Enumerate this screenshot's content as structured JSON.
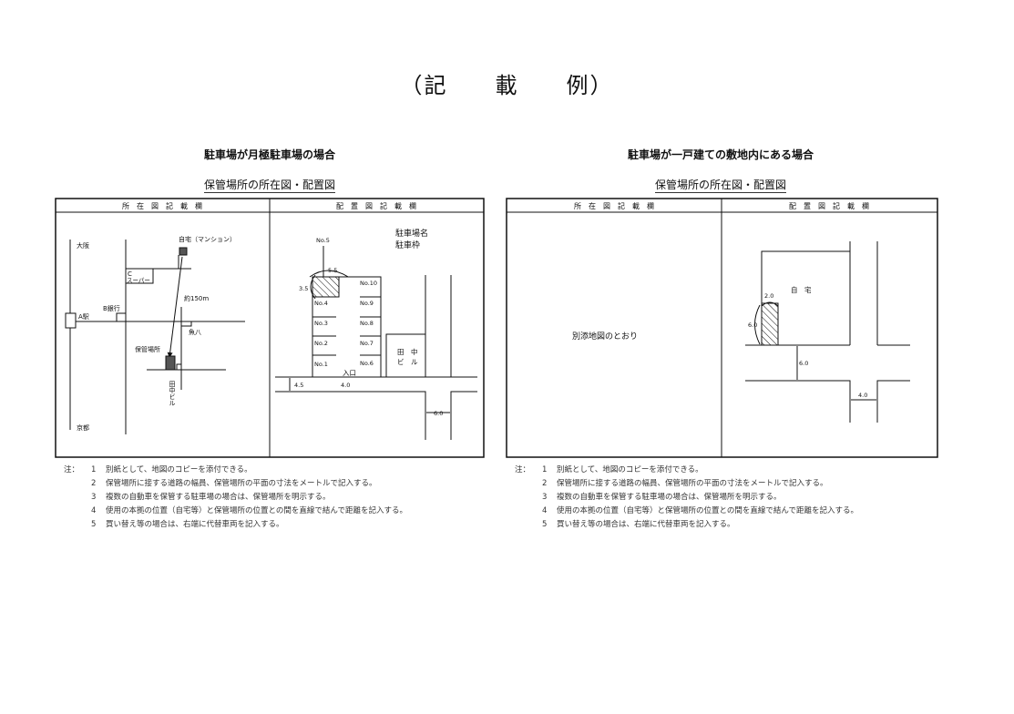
{
  "title": "（記　　載　　例）",
  "left": {
    "heading": "駐車場が月極駐車場の場合",
    "subheading": "保管場所の所在図・配置図",
    "col1_header": "所　在　図　記　載　欄",
    "col2_header": "配　置　図　記　載　欄",
    "map": {
      "osaka": "大阪",
      "kyoto": "京都",
      "station": "A駅",
      "bank": "B銀行",
      "super_c": "C",
      "super": "スーパー",
      "home": "自宅（マンション）",
      "distance": "約150m",
      "uohachi": "魚八",
      "parking": "保管場所",
      "tanaka": "田中ビル"
    },
    "layout": {
      "name1": "駐車場名",
      "name2": "駐車枠",
      "spaces_left": [
        "No.4",
        "No.3",
        "No.2",
        "No.1"
      ],
      "spaces_right": [
        "No.10",
        "No.9",
        "No.8",
        "No.7",
        "No.6"
      ],
      "space5": "No.5",
      "dim_width": "5.5",
      "dim_depth": "3.5",
      "entrance": "入口",
      "dim_entrance": "4.0",
      "dim_road": "4.5",
      "dim_side_road": "6.0",
      "building1": "田　中",
      "building2": "ビ　ル"
    }
  },
  "right": {
    "heading": "駐車場が一戸建ての敷地内にある場合",
    "subheading": "保管場所の所在図・配置図",
    "col1_header": "所　在　図　記　載　欄",
    "col2_header": "配　置　図　記　載　欄",
    "map_text": "別添地図のとおり",
    "layout": {
      "home": "自　宅",
      "dim_width": "2.0",
      "dim_depth": "6.0",
      "dim_road": "6.0",
      "dim_side_road": "4.0"
    }
  },
  "notes": {
    "label": "注：",
    "items": [
      {
        "num": "1",
        "text": "別紙として、地図のコピーを添付できる。"
      },
      {
        "num": "2",
        "text": "保管場所に接する道路の幅員、保管場所の平面の寸法をメートルで記入する。"
      },
      {
        "num": "3",
        "text": "複数の自動車を保管する駐車場の場合は、保管場所を明示する。"
      },
      {
        "num": "4",
        "text": "使用の本拠の位置（自宅等）と保管場所の位置との間を直線で結んで距離を記入する。"
      },
      {
        "num": "5",
        "text": "買い替え等の場合は、右端に代替車両を記入する。"
      }
    ]
  }
}
